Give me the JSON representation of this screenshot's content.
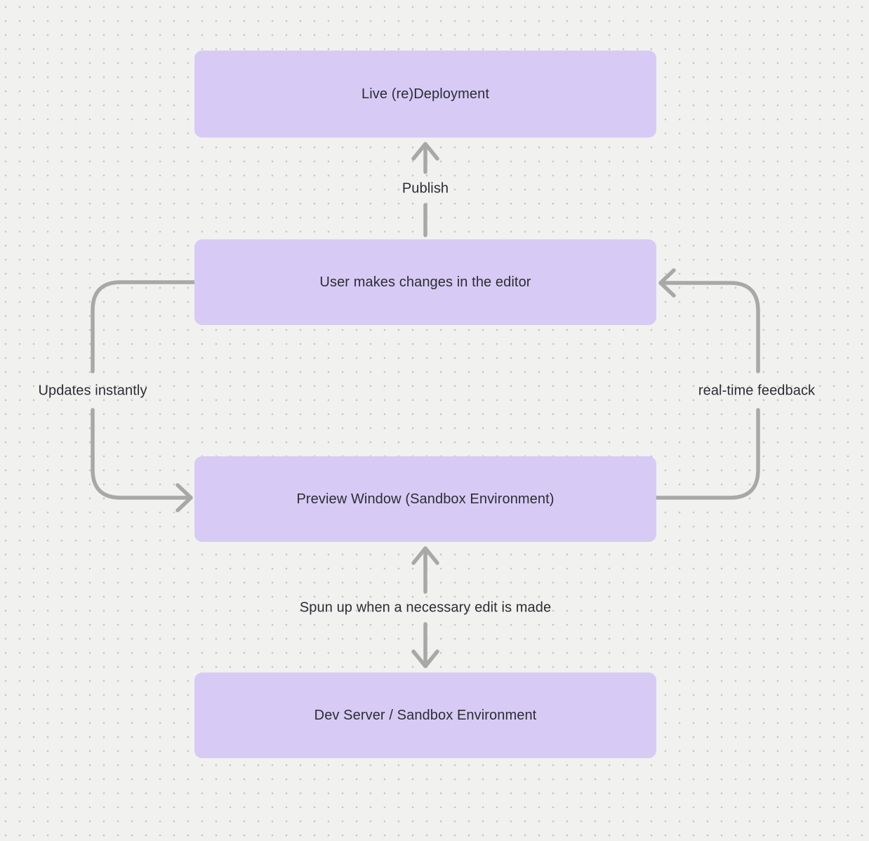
{
  "canvas": {
    "background_color": "#f1f1f0",
    "dot_grid_color": "#c7c7c7",
    "node_fill_color": "#d7cbf5",
    "arrow_color": "#a8a8a8",
    "text_color": "#2c2c33"
  },
  "diagram": {
    "nodes": [
      {
        "id": "live-deployment",
        "label": "Live (re)Deployment"
      },
      {
        "id": "user-editor",
        "label": "User makes changes in the editor"
      },
      {
        "id": "preview-window",
        "label": "Preview Window (Sandbox Environment)"
      },
      {
        "id": "dev-server",
        "label": "Dev Server / Sandbox Environment"
      }
    ],
    "edges": [
      {
        "id": "publish",
        "from": "user-editor",
        "to": "live-deployment",
        "label": "Publish",
        "direction": "up"
      },
      {
        "id": "updates-instantly",
        "from": "user-editor",
        "to": "preview-window",
        "label": "Updates instantly",
        "direction": "down-left-loop"
      },
      {
        "id": "real-time-feedback",
        "from": "preview-window",
        "to": "user-editor",
        "label": "real-time feedback",
        "direction": "up-right-loop"
      },
      {
        "id": "spun-up",
        "from": "preview-window",
        "to": "dev-server",
        "label": "Spun up when a necessary edit is made",
        "direction": "bidirectional"
      }
    ]
  }
}
